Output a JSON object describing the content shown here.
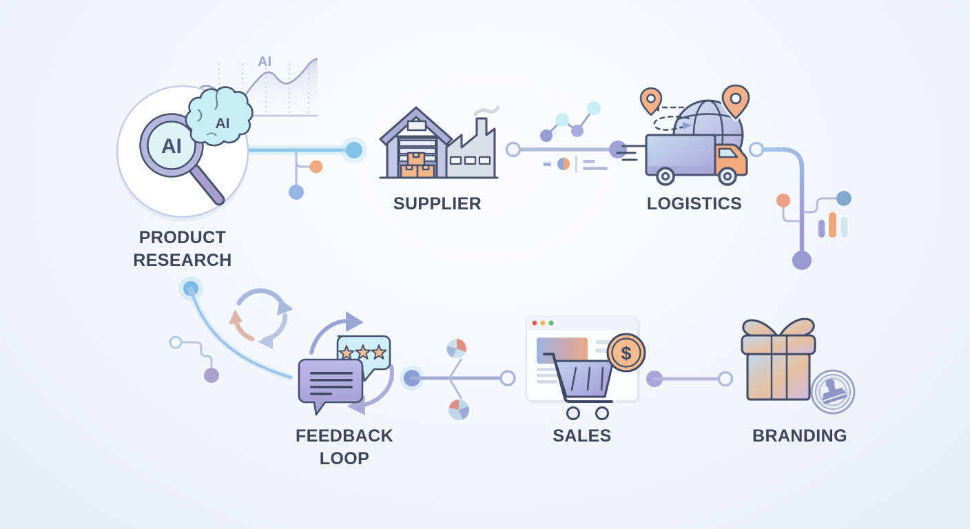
{
  "nodes": {
    "product_research": {
      "label_line1": "PRODUCT",
      "label_line2": "RESEARCH",
      "lens_text": "AI",
      "brain_text": "AI"
    },
    "supplier": {
      "label": "SUPPLIER"
    },
    "logistics": {
      "label": "LOGISTICS"
    },
    "feedback_loop": {
      "label_line1": "FEEDBACK",
      "label_line2": "LOOP"
    },
    "sales": {
      "label": "SALES",
      "coin_symbol": "$"
    },
    "branding": {
      "label": "BRANDING"
    }
  },
  "decor": {
    "chart_ai_label": "AI"
  },
  "colors": {
    "label_text": "#3d4659",
    "outline": "#46516c",
    "accent_glow_blue": "#8cc8ec",
    "accent_purple": "#9f9fd6",
    "accent_orange": "#f0ae84",
    "connector": "#b7c0de",
    "bubble_blue": "#cfeef7",
    "bubble_purple": "#aea9dc",
    "coin": "#f5ba8e"
  }
}
